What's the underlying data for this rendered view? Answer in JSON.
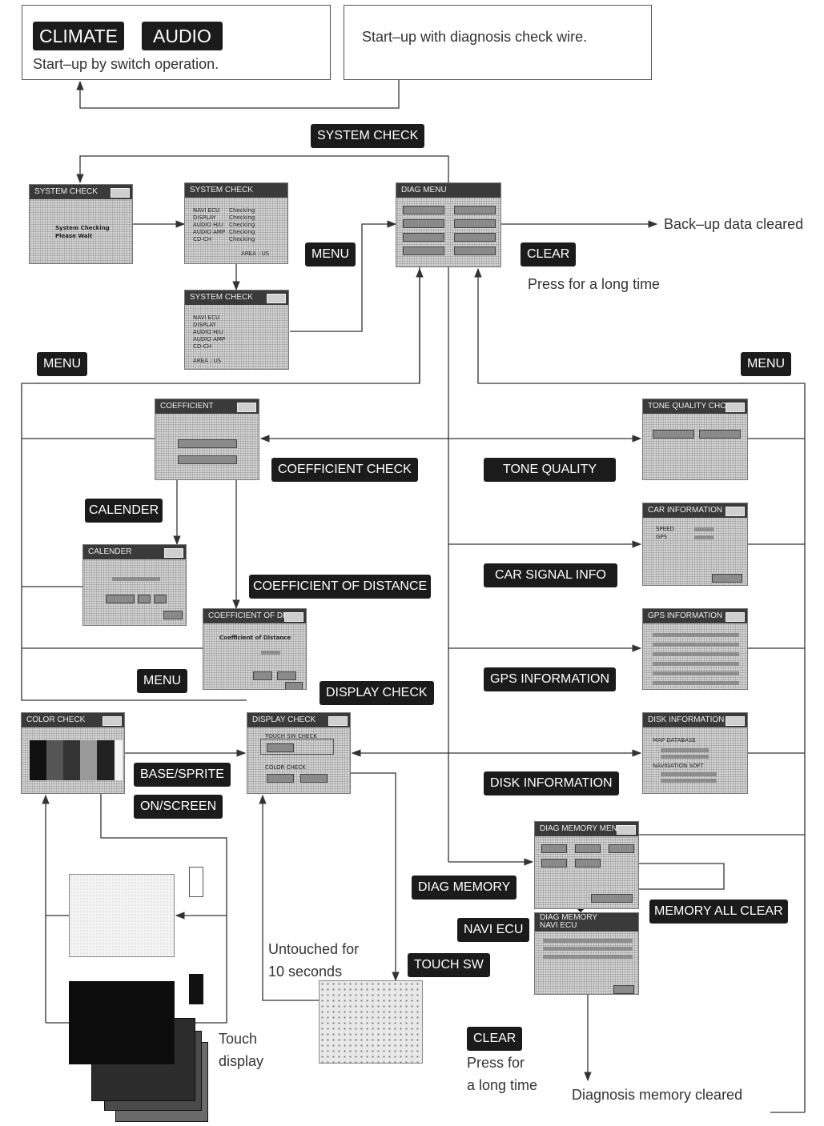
{
  "header": {
    "climate": "CLIMATE",
    "audio": "AUDIO",
    "startup_switch": "Start–up by switch operation.",
    "startup_wire": "Start–up with diagnosis check wire."
  },
  "labels": {
    "system_check": "SYSTEM CHECK",
    "menu_left": "MENU",
    "menu_center": "MENU",
    "menu_right": "MENU",
    "menu_bottom": "MENU",
    "clear": "CLEAR",
    "coefficient_check": "COEFFICIENT CHECK",
    "tone_quality": "TONE QUALITY",
    "calender": "CALENDER",
    "coefficient_of_distance": "COEFFICIENT OF DISTANCE",
    "car_signal_info": "CAR SIGNAL INFO",
    "gps_information": "GPS INFORMATION",
    "display_check": "DISPLAY CHECK",
    "base_sprite": "BASE/SPRITE",
    "on_screen": "ON/SCREEN",
    "disk_information": "DISK INFORMATION",
    "diag_memory": "DIAG MEMORY",
    "memory_all_clear": "MEMORY ALL CLEAR",
    "navi_ecu": "NAVI ECU",
    "touch_sw": "TOUCH SW",
    "clear_bottom": "CLEAR"
  },
  "notes": {
    "backup_cleared": "Back–up data cleared",
    "press_long": "Press for a long time",
    "untouched_1": "Untouched for",
    "untouched_2": "10 seconds",
    "touch_1": "Touch",
    "touch_2": "display",
    "press_for": "Press for",
    "a_long_time": "a long time",
    "diag_memory_cleared": "Diagnosis memory cleared"
  },
  "screens": {
    "system_check_1": {
      "title": "SYSTEM CHECK",
      "line1": "System Checking",
      "line2": "Please Wait"
    },
    "system_check_2": {
      "title": "SYSTEM CHECK",
      "rows": [
        "NAVI ECU",
        "DISPLAY",
        "AUDIO H/U",
        "AUDIO AMP",
        "CD-CH"
      ],
      "status": "Checking",
      "area": "AREA : US"
    },
    "system_check_3": {
      "title": "SYSTEM CHECK",
      "rows": [
        "NAVI ECU",
        "DISPLAY",
        "AUDIO H/U",
        "AUDIO AMP",
        "CD-CH"
      ],
      "area": "AREA : US"
    },
    "diag_menu": {
      "title": "DIAG MENU"
    },
    "coefficient": {
      "title": "COEFFICIENT"
    },
    "calender": {
      "title": "CALENDER"
    },
    "coefficient_dist": {
      "title": "COEFFICIENT OF DIST.",
      "line1": "Coefficient of Distance"
    },
    "tone_quality": {
      "title": "TONE QUALITY CHCK"
    },
    "car_info": {
      "title": "CAR INFORMATION",
      "speed": "SPEED",
      "gps": "GPS"
    },
    "gps_info": {
      "title": "GPS INFORMATION"
    },
    "disk_info": {
      "title": "DISK INFORMATION",
      "line1": "MAP DATABASE",
      "line2": "NAVIGATION SOFT"
    },
    "color_check": {
      "title": "COLOR CHECK"
    },
    "display_check": {
      "title": "DISPLAY CHECK",
      "touch": "TOUCH SW CHECK",
      "color": "COLOR CHECK"
    },
    "diag_memory_menu": {
      "title": "DIAG MEMORY MENU"
    },
    "diag_memory_navi": {
      "title": "DIAG MEMORY",
      "subtitle": "NAVI ECU"
    }
  }
}
